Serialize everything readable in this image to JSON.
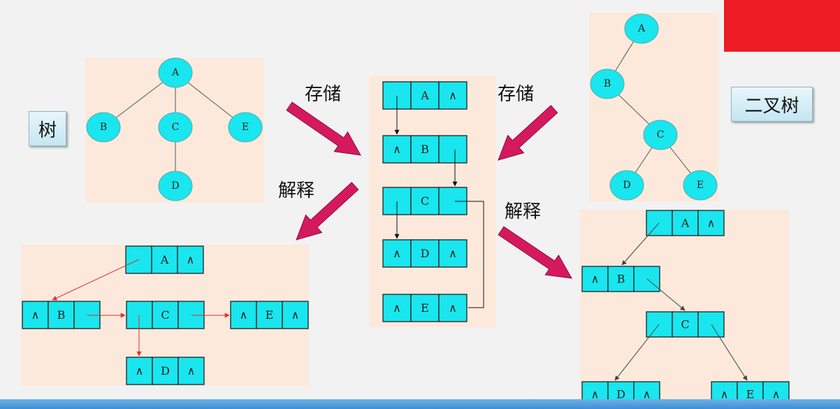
{
  "labels": {
    "tree": "树",
    "binary_tree": "二叉树",
    "store_left": "存储",
    "store_right": "存储",
    "interpret_left": "解释",
    "interpret_right": "解释"
  },
  "nil": "∧",
  "tree_nodes": [
    "A",
    "B",
    "C",
    "D",
    "E"
  ],
  "tree_edges": [
    [
      "A",
      "B"
    ],
    [
      "A",
      "C"
    ],
    [
      "A",
      "E"
    ],
    [
      "C",
      "D"
    ]
  ],
  "binary_nodes": [
    "A",
    "B",
    "C",
    "D",
    "E"
  ],
  "binary_edges": [
    [
      "A",
      "B"
    ],
    [
      "B",
      "C"
    ],
    [
      "C",
      "D"
    ],
    [
      "C",
      "E"
    ]
  ],
  "storage_rows": [
    [
      "",
      "A",
      "∧"
    ],
    [
      "∧",
      "B",
      ""
    ],
    [
      "",
      "C",
      ""
    ],
    [
      "∧",
      "D",
      "∧"
    ],
    [
      "∧",
      "E",
      "∧"
    ]
  ],
  "left_linked_rows": [
    [
      "",
      "A",
      "∧"
    ],
    [
      "∧",
      "B",
      ""
    ],
    [
      "",
      "C",
      ""
    ],
    [
      "∧",
      "E",
      "∧"
    ],
    [
      "∧",
      "D",
      "∧"
    ]
  ],
  "right_linked_rows": [
    [
      "",
      "A",
      "∧"
    ],
    [
      "∧",
      "B",
      ""
    ],
    [
      "",
      "C",
      ""
    ],
    [
      "∧",
      "D",
      "∧"
    ],
    [
      "∧",
      "E",
      "∧"
    ]
  ],
  "colors": {
    "node": "#19e6ee",
    "cell": "#19e6ee",
    "arrow": "#d6195c",
    "red_link": "#e0302a",
    "edge": "#555555"
  }
}
